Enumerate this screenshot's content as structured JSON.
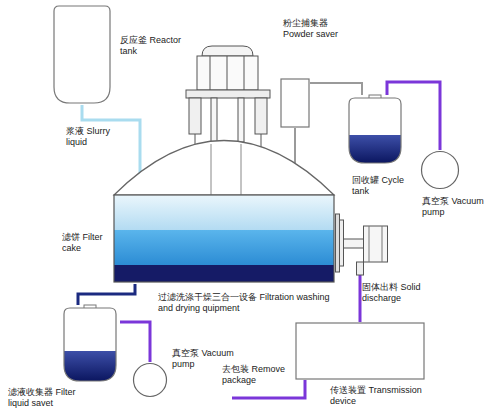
{
  "diagram": {
    "nodes": [
      {
        "text": [
          "反应釜 Reactor tank"
        ]
      },
      {
        "text": [
          "粉尘捕集器 Powder saver"
        ]
      },
      {
        "text": [
          "回收罐 Cycle tank"
        ]
      },
      {
        "text": [
          "真空泵 Vacuum pump"
        ]
      },
      {
        "text": [
          "过滤洗涤干燥三合一设备 Filtration washing and drying quipment"
        ]
      },
      {
        "text": [
          "固体出料 Solid discharge"
        ]
      },
      {
        "text": [
          "滤液收集器 Filter liquid savet"
        ]
      },
      {
        "text": [
          "真空泵 Vacuum pump"
        ]
      },
      {
        "text": [
          "传送装置 Transmission device"
        ]
      }
    ],
    "edges": [
      {
        "from": 0,
        "to": 4,
        "arrow": "none",
        "label": "浆液 Slurry liquid"
      },
      {
        "from": 1,
        "to": 4,
        "arrow": "none"
      },
      {
        "from": 1,
        "to": 2,
        "arrow": "none"
      },
      {
        "from": 2,
        "to": 3,
        "arrow": "none"
      },
      {
        "from": 4,
        "to": 6,
        "arrow": "none"
      },
      {
        "from": 6,
        "to": 7,
        "arrow": "none"
      },
      {
        "from": 5,
        "to": 8,
        "arrow": "none"
      }
    ],
    "labels": [
      "滤饼 Filter cake",
      "去包装 Remove package"
    ]
  }
}
